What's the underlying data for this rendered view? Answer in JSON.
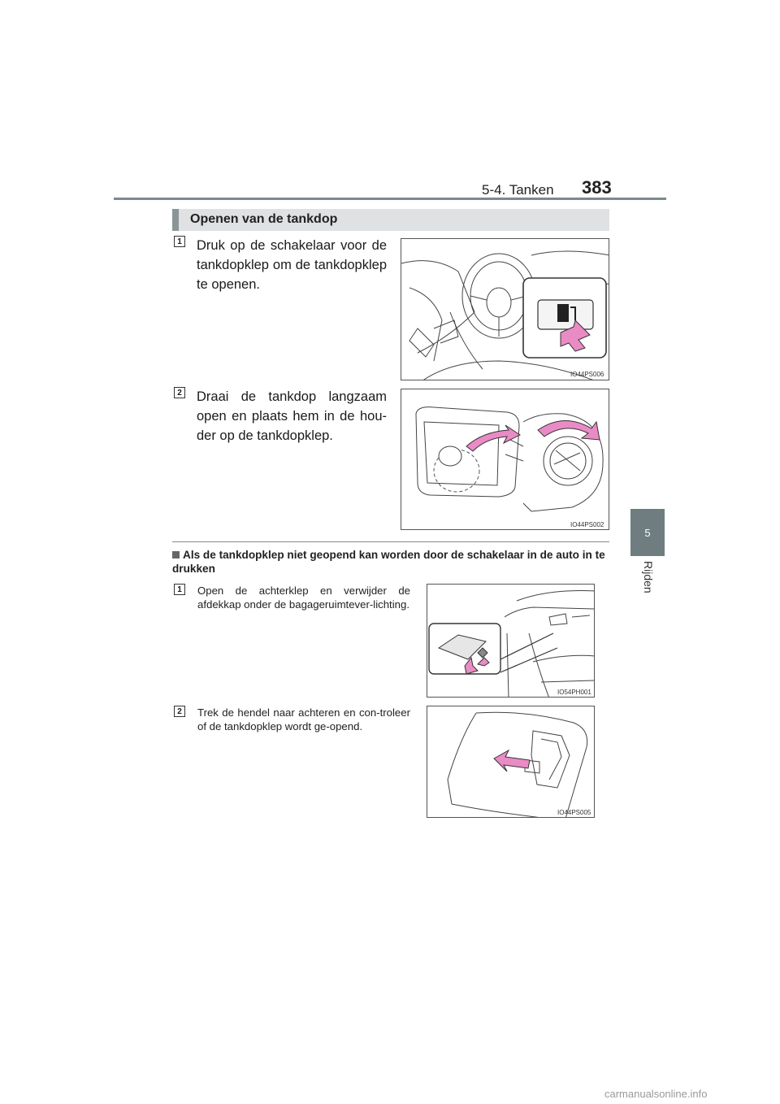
{
  "header": {
    "section": "5-4. Tanken",
    "page_number": "383"
  },
  "side_tab": {
    "chapter_number": "5",
    "chapter_label": "Rijden"
  },
  "section": {
    "title": "Openen van de tankdop"
  },
  "steps_main": [
    {
      "number": "1",
      "text": "Druk op de schakelaar voor de tankdopklep om de tankdopklep te openen.",
      "figure_code": "IO44PS006"
    },
    {
      "number": "2",
      "text": "Draai de tankdop langzaam open en plaats hem in de hou-der op de tankdopklep.",
      "figure_code": "IO44PS002"
    }
  ],
  "subsection": {
    "title": "Als de tankdopklep niet geopend kan worden door de schakelaar in de auto in te drukken"
  },
  "steps_sub": [
    {
      "number": "1",
      "text": "Open de achterklep en verwijder de afdekkap onder de bagageruimtever-lichting.",
      "figure_code": "IO54PH001"
    },
    {
      "number": "2",
      "text": "Trek de hendel naar achteren en con-troleer of de tankdopklep wordt ge-opend.",
      "figure_code": "IO44PS005"
    }
  ],
  "watermark": "carmanualsonline.info",
  "colors": {
    "accent_arrow": "#e98bc4",
    "heading_bg": "#dfe1e2",
    "rule": "#7a8a8e"
  }
}
